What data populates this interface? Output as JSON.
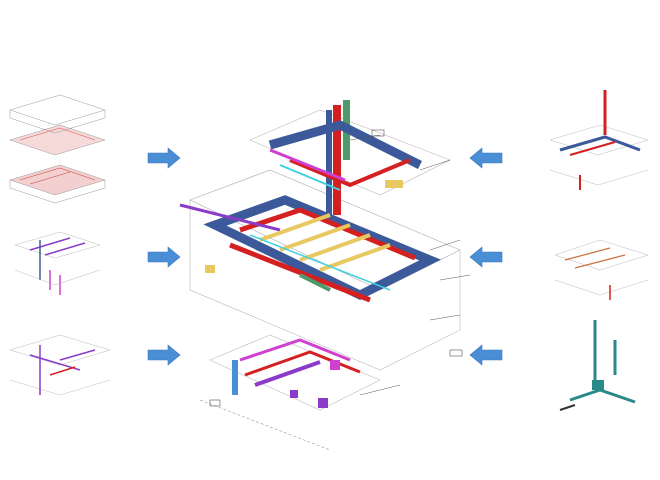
{
  "colors": {
    "arrow": "#4a8fd6",
    "duct_blue": "#3c5a9a",
    "pipe_red": "#d42020",
    "pipe_green": "#4f9a6a",
    "pipe_purple": "#8a3cc8",
    "pipe_magenta": "#d040d0",
    "pipe_cyan": "#40d0e0",
    "equipment_yellow": "#e8c860",
    "outline": "#b8b8b8"
  },
  "arrows": [
    {
      "side": "left",
      "direction": "right",
      "row": 1
    },
    {
      "side": "left",
      "direction": "right",
      "row": 2
    },
    {
      "side": "left",
      "direction": "right",
      "row": 3
    },
    {
      "side": "right",
      "direction": "left",
      "row": 1
    },
    {
      "side": "right",
      "direction": "left",
      "row": 2
    },
    {
      "side": "right",
      "direction": "left",
      "row": 3
    }
  ]
}
